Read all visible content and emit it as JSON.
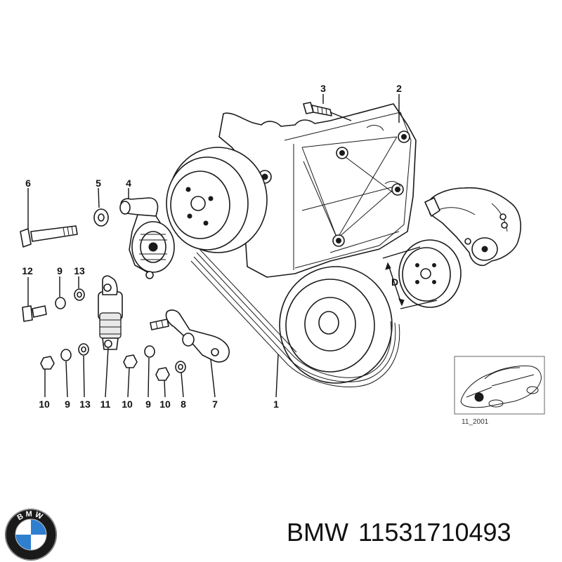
{
  "callouts": {
    "c1": "1",
    "c2": "2",
    "c3": "3",
    "c4": "4",
    "c5": "5",
    "c6": "6",
    "c7": "7",
    "c8": "8",
    "c9a": "9",
    "c9b": "9",
    "c9c": "9",
    "c10a": "10",
    "c10b": "10",
    "c10c": "10",
    "c11": "11",
    "c12": "12",
    "c13a": "13",
    "c13b": "13"
  },
  "dimension_label": "D",
  "inset_label": "11_2001",
  "brand": "BMW",
  "part_number": "11531710493",
  "logo": {
    "icon": "bmw-roundel-icon",
    "letters": "BMW",
    "colors": {
      "blue": "#2f7fd0",
      "white": "#ffffff",
      "ring": "#1a1a1a"
    }
  }
}
